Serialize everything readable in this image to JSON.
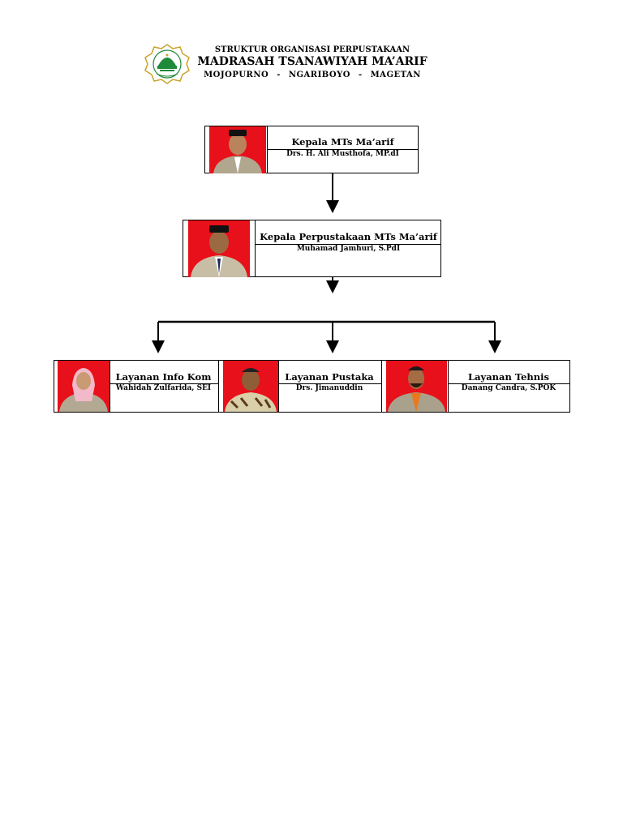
{
  "header": {
    "title": "STRUKTUR ORGANISASI PERPUSTAKAAN",
    "institution": "MADRASAH TSANAWIYAH MA’ARIF",
    "location": [
      "MOJOPURNO",
      "NGARIBOYO",
      "MAGETAN"
    ],
    "location_separator": "-"
  },
  "colors": {
    "photo_background": "#e8101a",
    "logo_green": "#1f8a3a",
    "logo_gold": "#c9a227"
  },
  "nodes": {
    "head": {
      "role": "Kepala MTs Ma’arif",
      "name": "Drs. H. Ali Musthofa, MP.dI"
    },
    "library_head": {
      "role": "Kepala Perpustakaan MTs Ma’arif",
      "name": "Muhamad Jamhuri, S.PdI"
    },
    "info": {
      "role": "Layanan Info Kom",
      "name": "Wahidah Zulfarida, SEI"
    },
    "pustaka": {
      "role": "Layanan Pustaka",
      "name": "Drs. Jimanuddin"
    },
    "tehnis": {
      "role": "Layanan Tehnis",
      "name": "Danang Candra, S.POK"
    }
  },
  "edges": [
    {
      "from": "head",
      "to": "library_head"
    },
    {
      "from": "library_head",
      "to": "info"
    },
    {
      "from": "library_head",
      "to": "pustaka"
    },
    {
      "from": "library_head",
      "to": "tehnis"
    }
  ]
}
